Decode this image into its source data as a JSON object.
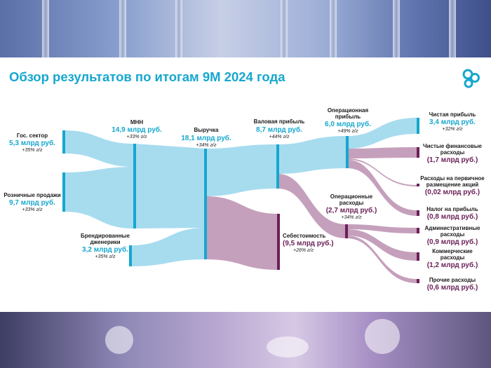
{
  "title": "Обзор результатов по итогам 9М 2024 года",
  "colors": {
    "inflow": "#16a7cf",
    "inflow_band": "#a7dcef",
    "outflow": "#6b2058",
    "outflow_band": "#c5a0bc",
    "text": "#1a1a1a"
  },
  "nodes": {
    "gov": {
      "name": "Гос. сектор",
      "value": "5,3 млрд руб.",
      "growth": "+35% г/г"
    },
    "retail": {
      "name": "Розничные продажи",
      "value": "9,7 млрд руб.",
      "growth": "+33% г/г"
    },
    "mnn": {
      "name": "МНН",
      "value": "14,9 млрд руб.",
      "growth": "+33% г/г"
    },
    "branded": {
      "name1": "Брендированные",
      "name2": "дженерики",
      "value": "3,2 млрд руб.",
      "growth": "+35% г/г"
    },
    "revenue": {
      "name": "Выручка",
      "value": "18,1 млрд руб.",
      "growth": "+34% г/г"
    },
    "gross": {
      "name": "Валовая прибыль",
      "value": "8,7 млрд руб.",
      "growth": "+44% г/г"
    },
    "cogs": {
      "name": "Себестоимость",
      "value": "(9,5 млрд руб.)",
      "growth": "+26% г/г"
    },
    "opprofit": {
      "name1": "Операционная",
      "name2": "прибыль",
      "value": "6,0 млрд руб.",
      "growth": "+49% г/г"
    },
    "opex": {
      "name1": "Операционные",
      "name2": "расходы",
      "value": "(2,7 млрд руб.)",
      "growth": "+34% г/г"
    },
    "net": {
      "name": "Чистая прибыль",
      "value": "3,4 млрд руб.",
      "growth": "+32% г/г"
    },
    "finexp": {
      "name1": "Чистые финансовые",
      "name2": "расходы",
      "value": "(1,7 млрд руб.)"
    },
    "ipo": {
      "name1": "Расходы на первичное",
      "name2": "размещение акций",
      "value": "(0,02 млрд руб.)"
    },
    "tax": {
      "name": "Налог на прибыль",
      "value": "(0,8 млрд руб.)"
    },
    "admin": {
      "name1": "Административные",
      "name2": "расходы",
      "value": "(0,9 млрд руб.)"
    },
    "commercial": {
      "name1": "Коммерческие",
      "name2": "расходы",
      "value": "(1,2 млрд руб.)"
    },
    "other": {
      "name": "Прочие расходы",
      "value": "(0,6 млрд руб.)"
    }
  }
}
